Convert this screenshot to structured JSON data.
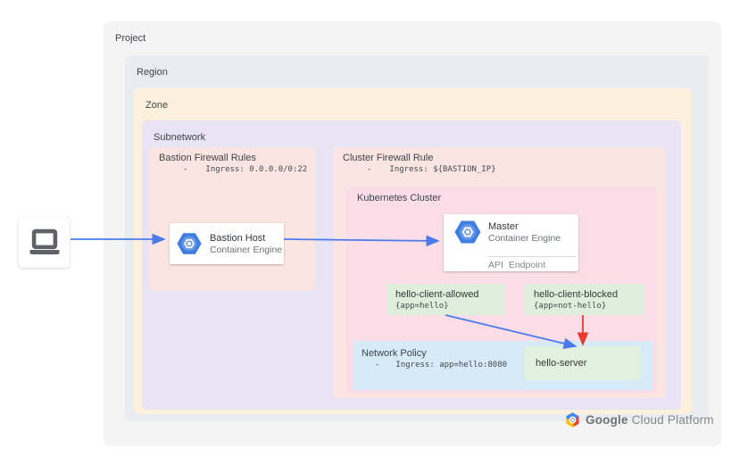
{
  "colors": {
    "project_bg": "#f4f4f5",
    "region_bg": "#e9edf1",
    "zone_bg": "#fdf1dd",
    "subnetwork_bg": "#e8e3f5",
    "firewall_bg": "#fae5e2",
    "kubernetes_bg": "#fbdde8",
    "network_policy_bg": "#d7eaf8",
    "pod_bg": "#deefdb",
    "arrow_allowed": "#4b7be8",
    "arrow_blocked": "#e8392f",
    "gke_icon_blue": "#3e7de2"
  },
  "boxes": {
    "project": {
      "label": "Project"
    },
    "region": {
      "label": "Region"
    },
    "zone": {
      "label": "Zone"
    },
    "subnetwork": {
      "label": "Subnetwork"
    },
    "bastion_firewall": {
      "title": "Bastion Firewall Rules",
      "dash": "-",
      "rule": "Ingress: 0.0.0.0/0:22"
    },
    "cluster_firewall": {
      "title": "Cluster Firewall Rule",
      "dash": "-",
      "rule": "Ingress: ${BASTION_IP}"
    },
    "kubernetes_cluster": {
      "label": "Kubernetes Cluster"
    },
    "network_policy": {
      "title": "Network Policy",
      "dash": "-",
      "rule": "Ingress: app=hello:8080"
    }
  },
  "cards": {
    "client": {
      "icon": "laptop-icon"
    },
    "bastion_host": {
      "title": "Bastion Host",
      "subtitle": "Container Engine",
      "icon": "container-engine-icon"
    },
    "master": {
      "title": "Master",
      "subtitle": "Container Engine",
      "footer": "API Endpoint",
      "icon": "container-engine-icon"
    }
  },
  "pods": {
    "allowed": {
      "name": "hello-client-allowed",
      "selector": "{app=hello}"
    },
    "blocked": {
      "name": "hello-client-blocked",
      "selector": "{app=not-hello}"
    },
    "server": {
      "name": "hello-server"
    }
  },
  "footer": {
    "brand_google": "Google",
    "brand_rest": "Cloud Platform",
    "icon": "google-cloud-platform-logo"
  }
}
